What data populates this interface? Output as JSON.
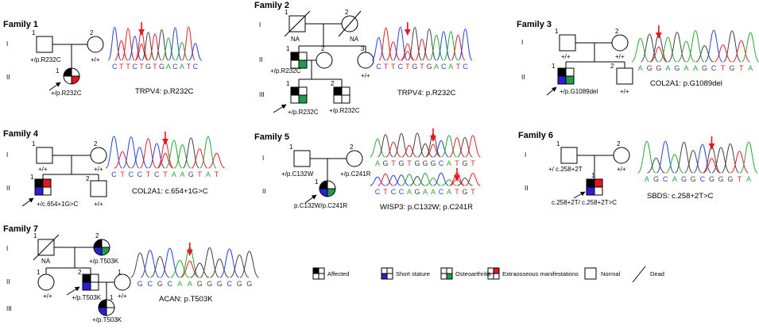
{
  "families": [
    {
      "title": "Family 1",
      "generations": [
        "I",
        "II"
      ],
      "members": [
        {
          "num": "1",
          "label": "+/p.R232C"
        },
        {
          "num": "2",
          "label": "+/+"
        },
        {
          "num": "1",
          "label": "+/p.R232C"
        }
      ],
      "chromatogram": {
        "bases": "CTTCTGTGACATC",
        "caption": "TRPV4: p.R232C"
      }
    },
    {
      "title": "Family 2",
      "generations": [
        "I",
        "II",
        "III"
      ],
      "members": [
        {
          "num": "1",
          "label": "NA"
        },
        {
          "num": "2",
          "label": "NA"
        },
        {
          "num": "1",
          "label": "+/p.R232C"
        },
        {
          "num": "2",
          "label": ""
        },
        {
          "num": "3",
          "label": "+/+"
        },
        {
          "num": "1",
          "label": "+/p.R232C"
        },
        {
          "num": "2",
          "label": "+/p.R232C"
        }
      ],
      "chromatogram": {
        "bases": "CTTCTGTGACATC",
        "caption": "TRPV4: p.R232C"
      }
    },
    {
      "title": "Family 3",
      "generations": [
        "I",
        "II"
      ],
      "members": [
        {
          "num": "1",
          "label": "+/+"
        },
        {
          "num": "2",
          "label": "+/+"
        },
        {
          "num": "1",
          "label": "+/p.G1089del"
        },
        {
          "num": "2",
          "label": "+/+"
        }
      ],
      "chromatogram": {
        "bases": "AGGAGAAGCTGTA",
        "caption": "COL2A1: p.G1089del"
      }
    },
    {
      "title": "Family 4",
      "generations": [
        "I",
        "II"
      ],
      "members": [
        {
          "num": "1",
          "label": "+/+"
        },
        {
          "num": "2",
          "label": "+/+"
        },
        {
          "num": "1",
          "label": "+/c.654+1G>C"
        },
        {
          "num": "2",
          "label": "+/+"
        }
      ],
      "chromatogram": {
        "bases": "CTCCTCTAAGTAT",
        "caption": "COL2A1: c.654+1G>C"
      }
    },
    {
      "title": "Family 5",
      "generations": [
        "I",
        "II"
      ],
      "members": [
        {
          "num": "1",
          "label": "+/p.C132W"
        },
        {
          "num": "2",
          "label": "+/p.C241R"
        },
        {
          "num": "1",
          "label": "p.C132W/p.C241R"
        }
      ],
      "chromatogram": {
        "bases": "AGTGTGGGCATGT",
        "bases2": "CTCCAGAACATGT",
        "caption": "WISP3: p.C132W;  p.C241R"
      }
    },
    {
      "title": "Family 6",
      "generations": [
        "I",
        "II"
      ],
      "members": [
        {
          "num": "1",
          "label": "+/ c.258+2T"
        },
        {
          "num": "2",
          "label": "+/+"
        },
        {
          "num": "1",
          "label": "c.258+2T/ c.258+2T>C"
        }
      ],
      "chromatogram": {
        "bases": "AGCAGGCGGGTA",
        "caption": "SBDS: c.258+2T>C"
      }
    },
    {
      "title": "Family 7",
      "generations": [
        "I",
        "II",
        "III"
      ],
      "members": [
        {
          "num": "1",
          "label": "NA"
        },
        {
          "num": "2",
          "label": "+/p.T503K"
        },
        {
          "num": "1",
          "label": "+/+"
        },
        {
          "num": "2",
          "label": "+/p.T503K"
        },
        {
          "num": "1",
          "label": "+/+"
        },
        {
          "num": "1",
          "label": "+/p.T503K"
        }
      ],
      "chromatogram": {
        "bases": "GCGCAAGGGCGG",
        "caption": "ACAN: p.T503K"
      }
    }
  ],
  "legend": {
    "affected": "Affected",
    "short_stature": "Short stature",
    "osteoarthritis": "Osteoarthritis",
    "extraosseous": "Extraosseous manifestations",
    "normal": "Normal",
    "dead": "Dead"
  },
  "colors": {
    "affected": "#000000",
    "short_stature": "#2b1fd6",
    "osteoarthritis": "#1e9e4a",
    "extraosseous": "#e8151b",
    "arrow_red": "#e8151b",
    "trace_A": "#27a836",
    "trace_C": "#2a45d8",
    "trace_G": "#444444",
    "trace_T": "#e2222a"
  }
}
